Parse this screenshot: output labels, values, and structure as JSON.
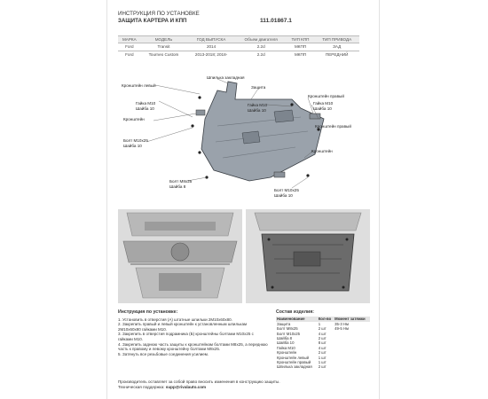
{
  "header": {
    "line1": "ИНСТРУКЦИЯ ПО УСТАНОВКЕ",
    "line2": "ЗАЩИТА КАРТЕРА И КПП",
    "code": "111.01867.1"
  },
  "spec_table": {
    "columns": [
      "МАРКА",
      "МОДЕЛЬ",
      "ГОД ВЫПУСКА",
      "Объем двигателя",
      "ТИП КПП",
      "ТИП ПРИВОДА"
    ],
    "rows": [
      [
        "Ford",
        "Transit",
        "2014",
        "2.2d",
        "МКПП",
        "ЗАД"
      ],
      [
        "Ford",
        "Tourneo Custom",
        "2013-2018; 2018-",
        "2.2d",
        "МКПП",
        "ПЕРЕДНИЙ"
      ]
    ]
  },
  "diagram_labels": {
    "bracket_left": "Кронштейн левый",
    "stud": "Шпилька закладная",
    "shield": "Защита",
    "nut_left": "Гайка М10",
    "washer_left": "Шайба 10",
    "bracket": "Кронштейн",
    "bolt_left_a": "Болт М10х25",
    "bolt_left_b": "Шайба 10",
    "nut_mid": "Гайка М10",
    "washer_mid": "Шайба 10",
    "bracket_right": "Кронштейн правый",
    "nut_right": "Гайка М10",
    "washer_right": "Шайба 10",
    "bracket_right2": "Кронштейн правый",
    "bracket_bottom": "Кронштейн",
    "bolt_bottom_a": "Болт М8х25",
    "bolt_bottom_b": "Шайба 8",
    "bolt_right_a": "Болт М10х25",
    "bolt_right_b": "Шайба 10"
  },
  "instructions": {
    "title": "Инструкция по установке:",
    "steps": [
      "1. Установить в отверстия (А) штатные шпильки 2М10х60х80.",
      "2. Закрепить правый и левый кронштейн к установленным шпилькам 2М10х60х80 гайками М10.",
      "3. Закрепить в отверстия подрамника (Б) кронштейны болтами М10х25 с гайками М10.",
      "4. Закрепить заднюю часть защиты к кронштейнам болтами М8х25, а переднюю часть к правому и левому кронштейну болтами М8х25.",
      "5. Затянуть все резьбовые соединения усилием."
    ]
  },
  "kit": {
    "title": "Состав изделия:",
    "columns": [
      "Наименование",
      "Кол-во",
      "Момент затяжки"
    ],
    "rows": [
      [
        "Защита",
        "1",
        "35-3 Нм"
      ],
      [
        "Болт М8х25",
        "2 шт",
        "49-5 Нм"
      ],
      [
        "Болт М10х25",
        "4 шт",
        ""
      ],
      [
        "Шайба 8",
        "2 шт",
        ""
      ],
      [
        "Шайба 10",
        "8 шт",
        ""
      ],
      [
        "Гайка М10",
        "4 шт",
        ""
      ],
      [
        "Кронштейн",
        "2 шт",
        ""
      ],
      [
        "Кронштейн левый",
        "1 шт",
        ""
      ],
      [
        "Кронштейн правый",
        "1 шт",
        ""
      ],
      [
        "Шпилька закладная",
        "2 шт",
        ""
      ]
    ]
  },
  "footer": {
    "line1": "Производитель оставляет за собой право вносить изменения в конструкцию защиты.",
    "line2_prefix": "Техническая поддержка: ",
    "line2_email": "supp@rivalauto.com"
  }
}
